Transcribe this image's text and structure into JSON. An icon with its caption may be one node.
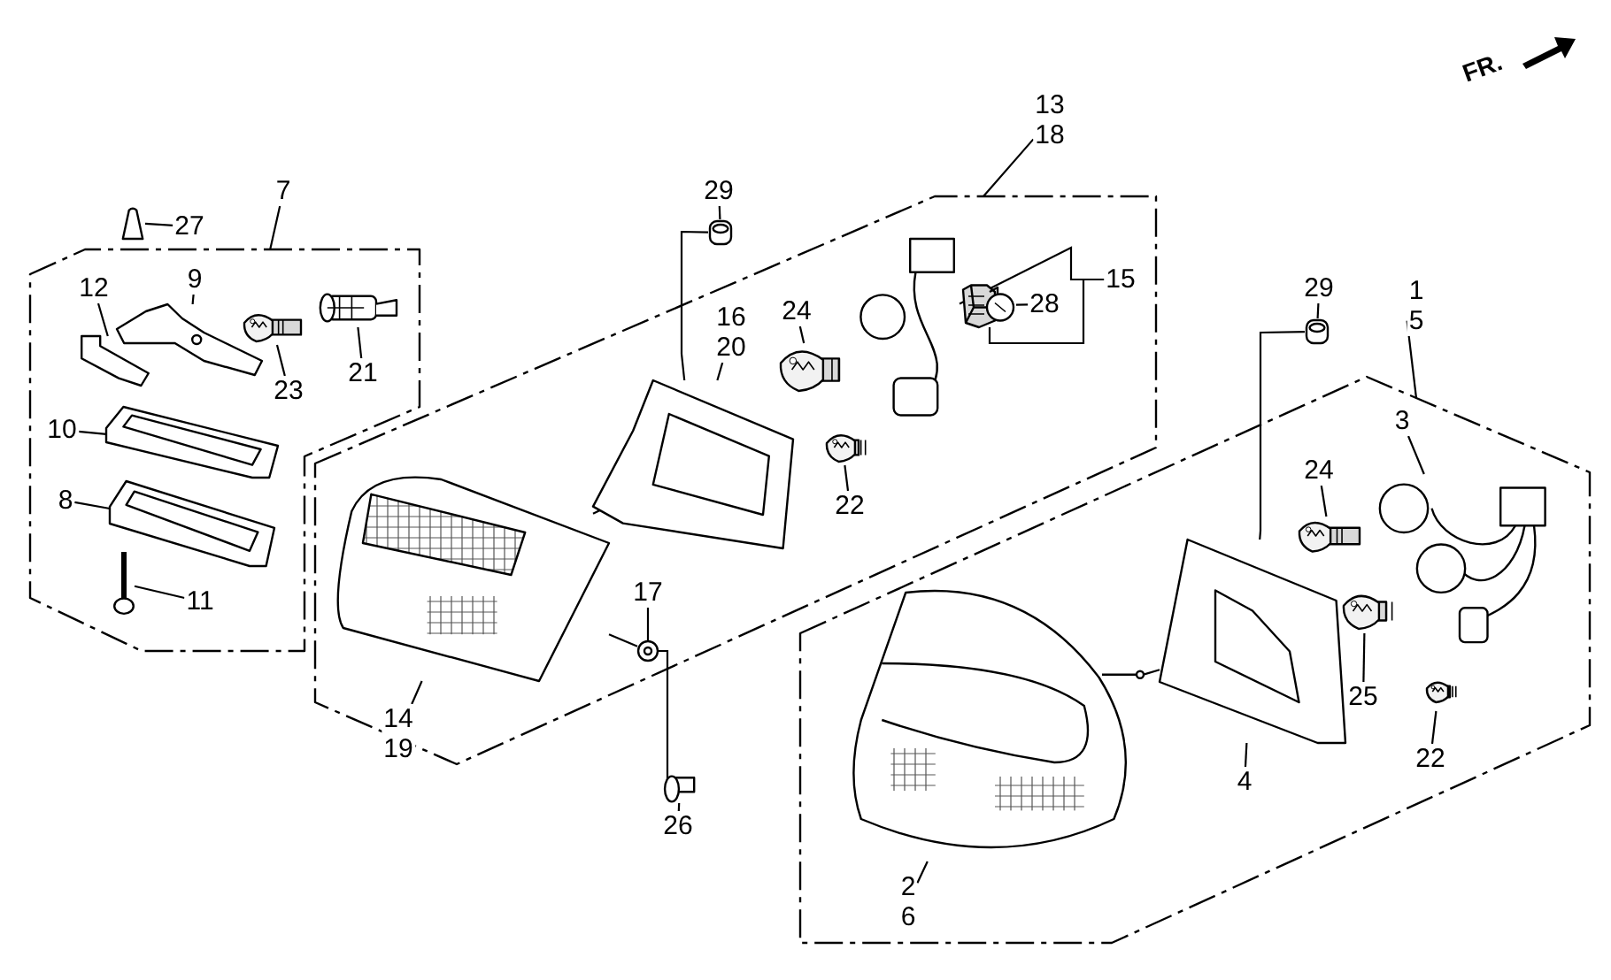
{
  "diagram": {
    "nodes": [
      {
        "text": [
          "7"
        ]
      },
      {
        "text": [],
        "shape": "box"
      },
      {
        "text": [
          "27"
        ]
      },
      {
        "text": [],
        "shape": "picture"
      },
      {
        "text": [
          "12"
        ],
        "in": 1
      },
      {
        "text": [],
        "shape": "picture",
        "in": 1
      },
      {
        "text": [
          "9"
        ],
        "in": 1
      },
      {
        "text": [],
        "shape": "picture",
        "in": 1
      },
      {
        "text": [
          "23"
        ],
        "in": 1
      },
      {
        "text": [],
        "shape": "picture",
        "in": 1
      },
      {
        "text": [
          "21"
        ],
        "in": 1
      },
      {
        "text": [],
        "shape": "picture",
        "in": 1
      },
      {
        "text": [
          "10"
        ],
        "in": 1
      },
      {
        "text": [],
        "shape": "picture",
        "in": 1
      },
      {
        "text": [
          "8"
        ],
        "in": 1
      },
      {
        "text": [],
        "shape": "picture",
        "in": 1
      },
      {
        "text": [
          "11"
        ],
        "in": 1
      },
      {
        "text": [],
        "shape": "picture",
        "in": 1
      },
      {
        "text": [
          "29"
        ]
      },
      {
        "text": [],
        "shape": "picture"
      },
      {
        "text": [
          "13",
          "18"
        ]
      },
      {
        "text": [],
        "shape": "box"
      },
      {
        "text": [
          "16",
          "20"
        ],
        "in": 21
      },
      {
        "text": [],
        "shape": "picture",
        "in": 21
      },
      {
        "text": [
          "24"
        ],
        "in": 21
      },
      {
        "text": [],
        "shape": "picture",
        "in": 21
      },
      {
        "text": [],
        "shape": "picture",
        "in": 21
      },
      {
        "text": [
          "15"
        ],
        "in": 21
      },
      {
        "text": [],
        "shape": "picture",
        "in": 21
      },
      {
        "text": [
          "28"
        ],
        "in": 21
      },
      {
        "text": [],
        "shape": "picture",
        "in": 21
      },
      {
        "text": [
          "22"
        ],
        "in": 21
      },
      {
        "text": [],
        "shape": "picture",
        "in": 21
      },
      {
        "text": [
          "14",
          "19"
        ],
        "in": 21
      },
      {
        "text": [
          "17"
        ],
        "in": 21
      },
      {
        "text": [],
        "shape": "picture",
        "in": 21
      },
      {
        "text": [],
        "shape": "picture"
      },
      {
        "text": [
          "26"
        ]
      },
      {
        "text": [
          "29"
        ]
      },
      {
        "text": [],
        "shape": "picture"
      },
      {
        "text": [
          "1",
          "5"
        ]
      },
      {
        "text": [],
        "shape": "box"
      },
      {
        "text": [
          "3"
        ],
        "in": 41
      },
      {
        "text": [],
        "shape": "picture",
        "in": 41
      },
      {
        "text": [
          "24"
        ],
        "in": 41
      },
      {
        "text": [],
        "shape": "picture",
        "in": 41
      },
      {
        "text": [],
        "shape": "picture",
        "in": 41
      },
      {
        "text": [
          "4"
        ],
        "in": 41
      },
      {
        "text": [],
        "shape": "picture",
        "in": 41
      },
      {
        "text": [
          "25"
        ],
        "in": 41
      },
      {
        "text": [],
        "shape": "picture",
        "in": 41
      },
      {
        "text": [
          "22"
        ],
        "in": 41
      },
      {
        "text": [],
        "shape": "picture",
        "in": 41
      },
      {
        "text": [
          "2",
          "6"
        ],
        "in": 41
      }
    ],
    "edges": [
      {
        "from": 0,
        "to": 1,
        "arrow": "none"
      },
      {
        "from": 2,
        "to": 3,
        "arrow": "none"
      },
      {
        "from": 4,
        "to": 5,
        "arrow": "none"
      },
      {
        "from": 6,
        "to": 7,
        "arrow": "none"
      },
      {
        "from": 8,
        "to": 9,
        "arrow": "none"
      },
      {
        "from": 10,
        "to": 11,
        "arrow": "none"
      },
      {
        "from": 12,
        "to": 13,
        "arrow": "none"
      },
      {
        "from": 14,
        "to": 15,
        "arrow": "none"
      },
      {
        "from": 16,
        "to": 17,
        "arrow": "none"
      },
      {
        "from": 18,
        "to": 19,
        "arrow": "none"
      },
      {
        "from": 20,
        "to": 21,
        "arrow": "none"
      },
      {
        "from": 22,
        "to": 23,
        "arrow": "none"
      },
      {
        "from": 24,
        "to": 25,
        "arrow": "none"
      },
      {
        "from": 27,
        "to": 26,
        "arrow": "none"
      },
      {
        "from": 27,
        "to": 28,
        "arrow": "none"
      },
      {
        "from": 29,
        "to": 28,
        "arrow": "none"
      },
      {
        "from": 31,
        "to": 30,
        "arrow": "none"
      },
      {
        "from": 33,
        "to": 32,
        "arrow": "none"
      },
      {
        "from": 34,
        "to": 35,
        "arrow": "none"
      },
      {
        "from": 37,
        "to": 36,
        "arrow": "none"
      },
      {
        "from": 38,
        "to": 39,
        "arrow": "none"
      },
      {
        "from": 40,
        "to": 41,
        "arrow": "none"
      },
      {
        "from": 42,
        "to": 43,
        "arrow": "none"
      },
      {
        "from": 44,
        "to": 45,
        "arrow": "none"
      },
      {
        "from": 47,
        "to": 46,
        "arrow": "none"
      },
      {
        "from": 49,
        "to": 48,
        "arrow": "none"
      },
      {
        "from": 51,
        "to": 50,
        "arrow": "none"
      },
      {
        "from": 53,
        "to": 52,
        "arrow": "none"
      },
      {
        "from": 19,
        "to": 23,
        "arrow": "none"
      },
      {
        "from": 32,
        "to": 23,
        "arrow": "none"
      },
      {
        "from": 32,
        "to": 35,
        "arrow": "none"
      },
      {
        "from": 35,
        "to": 36,
        "arrow": "none"
      },
      {
        "from": 39,
        "to": 46,
        "arrow": "none"
      },
      {
        "from": 52,
        "to": 46,
        "arrow": "none"
      }
    ],
    "labels": [
      "FR."
    ]
  }
}
